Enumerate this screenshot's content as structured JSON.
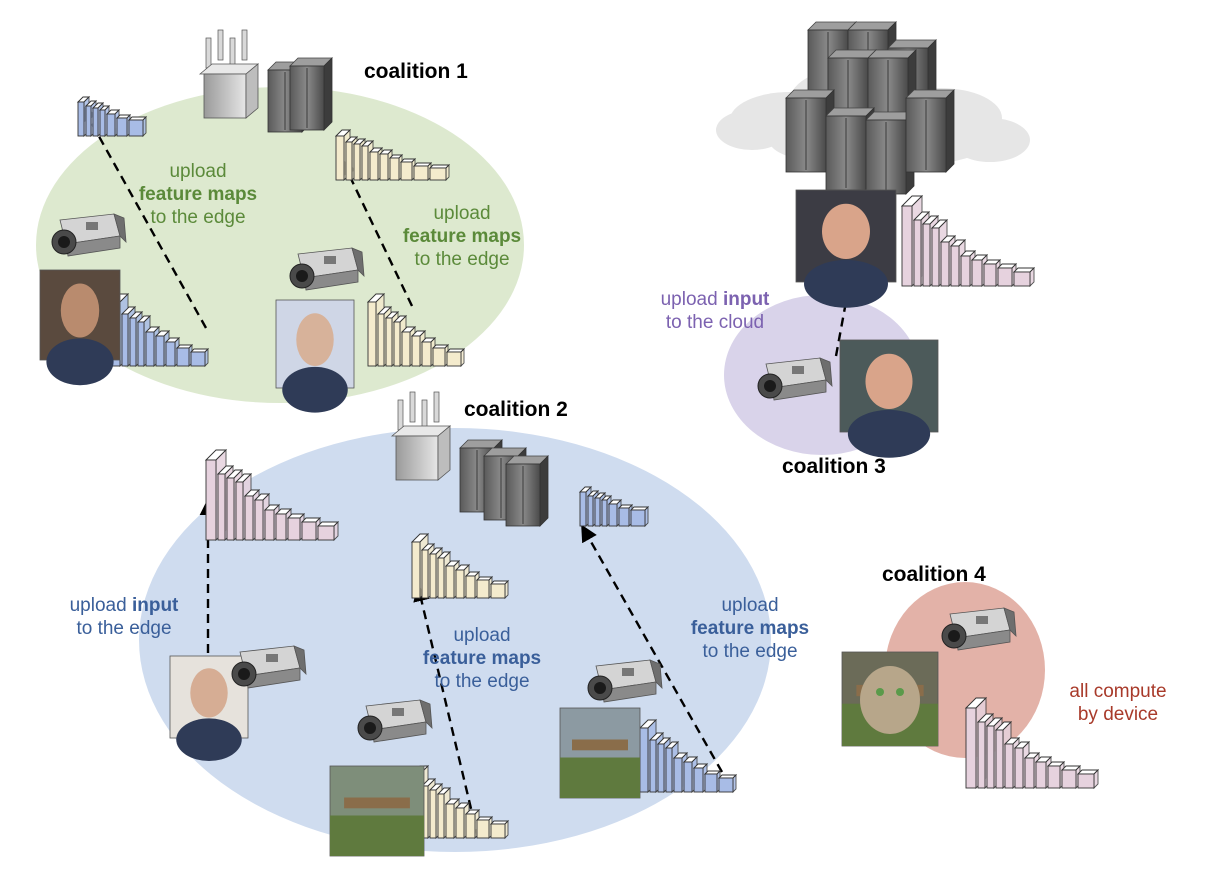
{
  "colors": {
    "coalition1_bg": "#dde9cf",
    "coalition2_bg": "#cfdcef",
    "coalition3_bg": "#d9d3ea",
    "coalition4_bg": "#e3b2a8",
    "cloud_bg": "#e6e6e6",
    "net_blue": "#a8bce6",
    "net_cream": "#f4ebcd",
    "net_pink": "#e6d2de",
    "text_green": "#5b8a3a",
    "text_blue": "#3a5f9a",
    "text_purple": "#7c62b0",
    "text_red": "#a83a2a"
  },
  "coalitions": [
    {
      "title": "coalition 1"
    },
    {
      "title": "coalition 2"
    },
    {
      "title": "coalition 3"
    },
    {
      "title": "coalition 4"
    }
  ],
  "labels": {
    "c1_left": {
      "l1": "upload",
      "l2": "feature maps",
      "l3": "to the edge"
    },
    "c1_right": {
      "l1": "upload",
      "l2": "feature maps",
      "l3": "to the edge"
    },
    "c2_left": {
      "l1": "upload ",
      "l1b": "input",
      "l2": "to the edge"
    },
    "c2_mid": {
      "l1": "upload",
      "l2": "feature maps",
      "l3": "to the edge"
    },
    "c2_right": {
      "l1": "upload",
      "l2": "feature maps",
      "l3": "to the edge"
    },
    "c3": {
      "l1": "upload ",
      "l1b": "input",
      "l2": "to the cloud"
    },
    "c4": {
      "l1": "all compute",
      "l2": "by device"
    }
  },
  "icons": [
    "camera-icon",
    "server-rack-icon",
    "edge-antenna-icon",
    "cnn-layers-icon",
    "photo-icon"
  ]
}
